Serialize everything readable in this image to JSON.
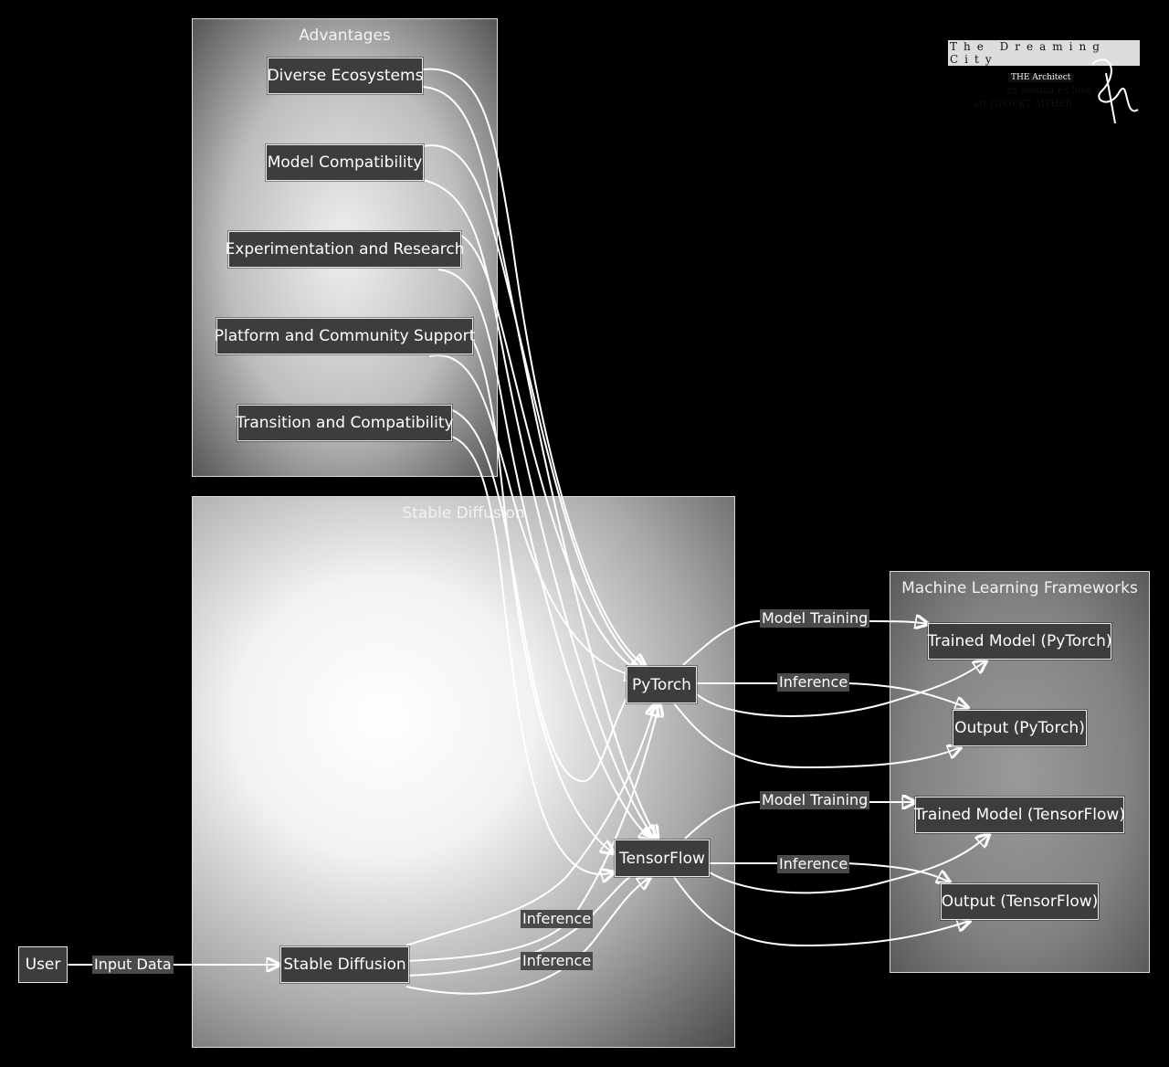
{
  "clusters": {
    "advantages": "Advantages",
    "stable_diffusion": "Stable Diffusion",
    "frameworks": "Machine Learning Frameworks"
  },
  "nodes": {
    "diverse": "Diverse Ecosystems",
    "compat": "Model Compatibility",
    "experiment": "Experimentation and Research",
    "platform": "Platform and Community Support",
    "transition": "Transition and Compatibility",
    "user": "User",
    "sd": "Stable Diffusion",
    "pytorch": "PyTorch",
    "tensorflow": "TensorFlow",
    "trained_pt": "Trained Model (PyTorch)",
    "output_pt": "Output (PyTorch)",
    "trained_tf": "Trained Model (TensorFlow)",
    "output_tf": "Output (TensorFlow)"
  },
  "edge_labels": {
    "input_data": "Input Data",
    "inference_sd_pt": "Inference",
    "inference_sd_tf": "Inference",
    "training_pt": "Model Training",
    "inference_pt": "Inference",
    "training_tf": "Model Training",
    "inference_tf": "Inference"
  },
  "logo": {
    "line1": "The Dreaming City",
    "line2": "THE Architect",
    "line3": "Ex somnia Ex luce",
    "line4": "art ПРОЕКТ AITHER"
  },
  "colors": {
    "node_fill": "#3d3d3d",
    "node_border": "#e8e8e8",
    "edge": "#ffffff",
    "background": "#000000"
  }
}
